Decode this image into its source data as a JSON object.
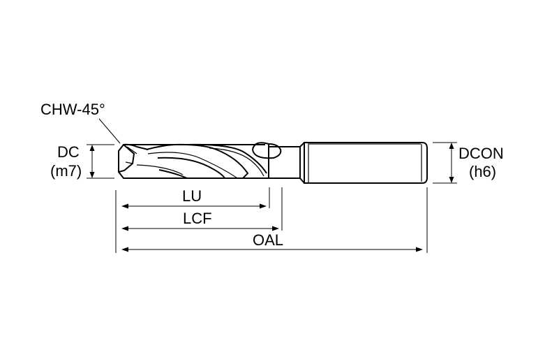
{
  "labels": {
    "chamfer": "CHW-45°",
    "dc": "DC",
    "dc_tol": "(m7)",
    "dcon": "DCON",
    "dcon_tol": "(h6)",
    "lu": "LU",
    "lcf": "LCF",
    "oal": "OAL"
  }
}
